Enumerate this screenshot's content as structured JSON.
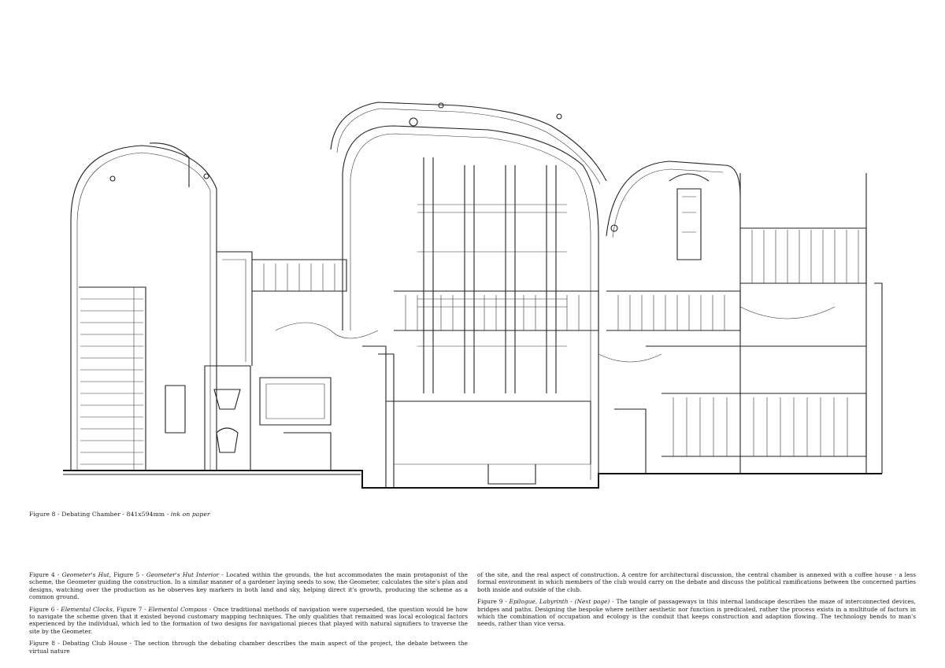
{
  "drawing": {
    "icon": "architectural-section-drawing"
  },
  "caption": {
    "prefix": "Figure 8 - Debating Chamber - 841x594mm - ",
    "medium": "ink on paper"
  },
  "paragraphs": {
    "fig4": {
      "label_a": "Figure 4 - ",
      "title_a": "Geometer's Hut",
      "label_b": ", Figure 5 - ",
      "title_b": "Geometer's Hut Interior",
      "body": " - Located within the grounds, the hut accommodates the main protagonist of the scheme, the Geometer guiding the construction. In a similar manner of a gardener laying seeds to sow, the Geometer, calculates the site's plan and designs, watching over the production as he observes key markers in both land and sky, helping direct it's growth, producing the scheme as a common ground."
    },
    "fig6": {
      "label_a": "Figure 6 - ",
      "title_a": "Elemental Clocks",
      "label_b": ", Figure 7 - ",
      "title_b": "Elemental Compass",
      "body": " - Once traditional methods of navigation were superseded, the question would be how to navigate the scheme given that it existed beyond customary mapping techniques. The only qualities that remained was local ecological factors experienced by the individual, which led to the formation of two designs for navigational pieces that played with natural signifiers to traverse the site by the Geometer."
    },
    "fig8": {
      "text": "Figure 8 - Debating Club House - The section through the debating chamber describes the main aspect of the project, the debate between the virtual nature"
    },
    "fig8_cont": {
      "text": "of the site, and the real aspect of construction. A centre for architectural discussion, the central chamber is annexed with a coffee house - a less formal environment in which members of the club would carry on the debate and discuss the political ramifications between the concerned parties both inside and outside of the club."
    },
    "fig9": {
      "label": "Figure 9 - ",
      "title": "Epilogue, Labyrinth - (Next page)",
      "body": " - The tangle of passageways in this internal landscape describes the maze of interconnected devices, bridges and paths. Designing the bespoke where neither aesthetic nor function is predicated, rather the process exists in a multitude of factors in which the combination of occupation and ecology is the conduit that keeps construction and adaption flowing. The technology bends to man's needs, rather than vice versa."
    }
  }
}
